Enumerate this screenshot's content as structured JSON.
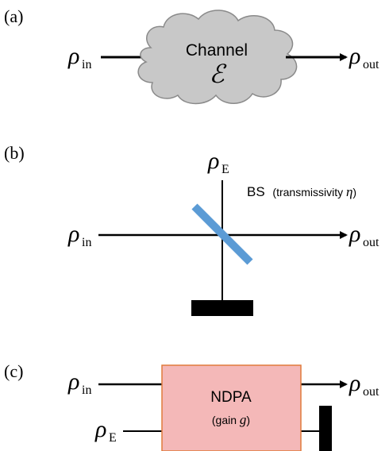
{
  "panels": {
    "a": {
      "label": "(a)",
      "rho_symbol": "ρ",
      "input_sub": "in",
      "output_sub": "out",
      "channel_title": "Channel",
      "channel_symbol": "ℰ",
      "cloud_color": "#c8c8c8"
    },
    "b": {
      "label": "(b)",
      "rho_symbol": "ρ",
      "env_sub": "E",
      "input_sub": "in",
      "output_sub": "out",
      "bs_label": "BS",
      "bs_detail_prefix": "(transmissivity ",
      "bs_detail_symbol": "η",
      "bs_detail_suffix": ")",
      "bs_color": "#5b9bd5"
    },
    "c": {
      "label": "(c)",
      "rho_symbol": "ρ",
      "input_sub": "in",
      "env_sub": "E",
      "output_sub": "out",
      "amp_label": "NDPA",
      "gain_prefix": "(gain ",
      "gain_symbol": "g",
      "gain_suffix": ")",
      "amp_fill": "#f4b8b8",
      "amp_border": "#e07a3c"
    }
  }
}
